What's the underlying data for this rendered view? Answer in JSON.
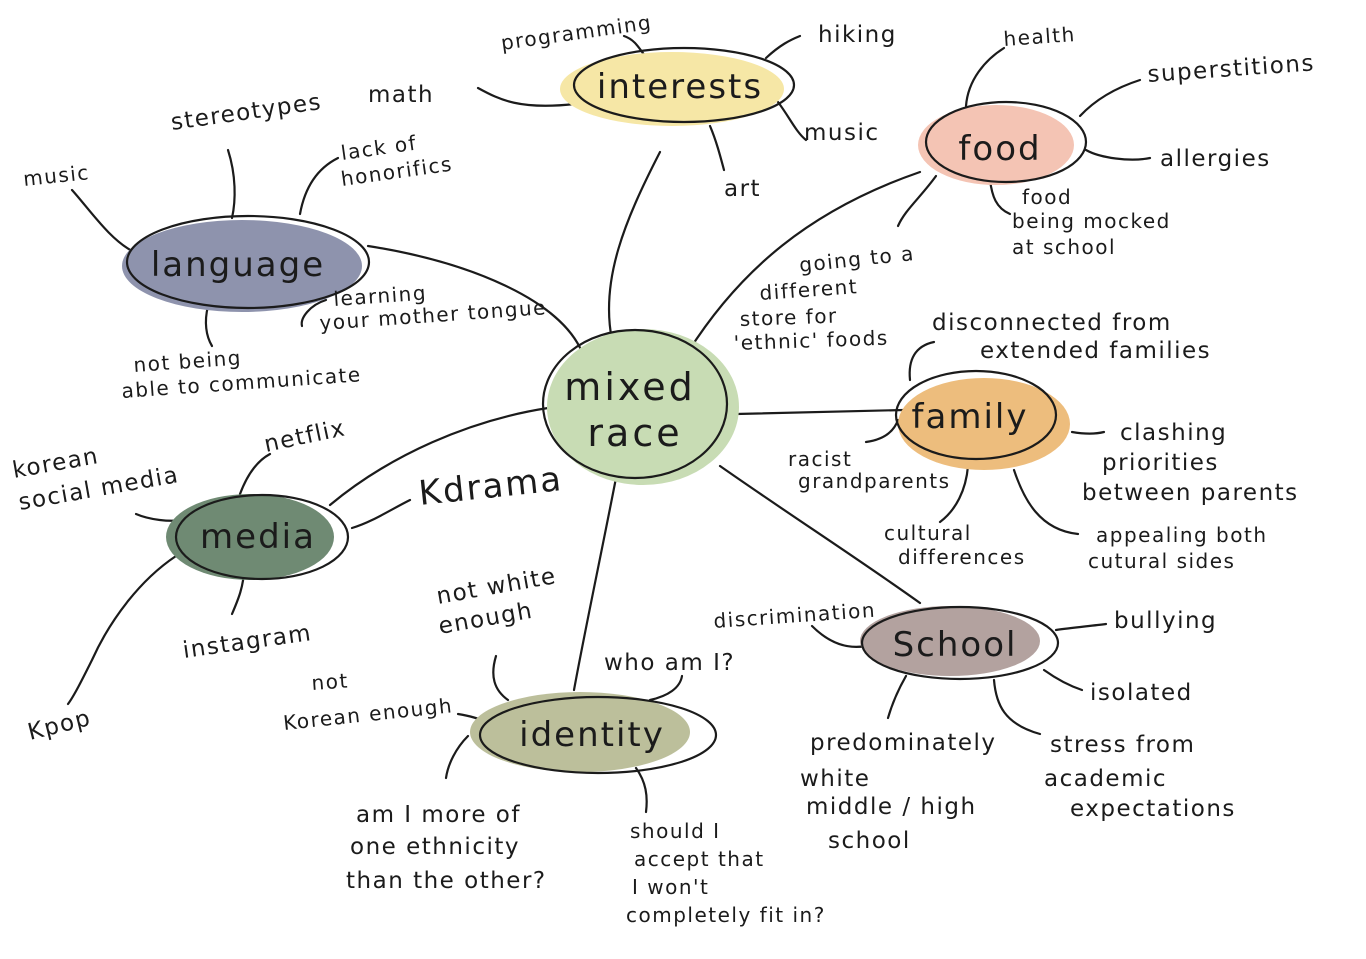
{
  "hub": {
    "label_lines": [
      "mixed",
      "race"
    ],
    "color": "#c8dcb4"
  },
  "nodes": {
    "interests": {
      "label": "interests",
      "color": "#f6e7a6"
    },
    "language": {
      "label": "language",
      "color": "#8e93ad"
    },
    "food": {
      "label": "food",
      "color": "#f4c4b4"
    },
    "family": {
      "label": "family",
      "color": "#edbd7d"
    },
    "media": {
      "label": "media",
      "color": "#6f8a73"
    },
    "identity": {
      "label": "identity",
      "color": "#bcbf9b"
    },
    "school": {
      "label": "School",
      "color": "#b3a29f"
    }
  },
  "leaves": {
    "interests": {
      "programming": "programming",
      "hiking": "hiking",
      "math": "math",
      "music": "music",
      "art": "art"
    },
    "language": {
      "stereotypes": "stereotypes",
      "music": "music",
      "honorifics": [
        "lack of",
        "honorifics"
      ],
      "mother_tongue": [
        "learning",
        "your mother tongue"
      ],
      "communicate": [
        "not being",
        "able to communicate"
      ]
    },
    "food": {
      "health": "health",
      "superstitions": "superstitions",
      "allergies": "allergies",
      "mocked": [
        "food",
        "being mocked",
        "at school"
      ],
      "ethnic_store": [
        "going to a",
        "different",
        "store for",
        "'ethnic' foods"
      ]
    },
    "family": {
      "disconnected": [
        "disconnected from",
        "extended families"
      ],
      "racist": [
        "racist",
        "grandparents"
      ],
      "clashing": [
        "clashing",
        "priorities",
        "between parents"
      ],
      "cultural": [
        "cultural",
        "differences"
      ],
      "appealing": [
        "appealing both",
        "cutural sides"
      ]
    },
    "media": {
      "korean_social": [
        "korean",
        "social media"
      ],
      "netflix": "netflix",
      "kdrama": "Kdrama",
      "instagram": "instagram",
      "kpop": "Kpop"
    },
    "identity": {
      "not_white": [
        "not white",
        "enough"
      ],
      "who_am_i": "who am I?",
      "not_korean": [
        "not",
        "Korean enough"
      ],
      "more_of_one": [
        "am I more of",
        "one ethnicity",
        "than the other?"
      ],
      "accept": [
        "should I",
        "accept that",
        "I won't",
        "completely fit in?"
      ]
    },
    "school": {
      "discrimination": "discrimination",
      "bullying": "bullying",
      "isolated": "isolated",
      "predominately": [
        "predominately",
        "white",
        "middle / high",
        "school"
      ],
      "stress": [
        "stress from",
        "academic",
        "expectations"
      ]
    }
  }
}
